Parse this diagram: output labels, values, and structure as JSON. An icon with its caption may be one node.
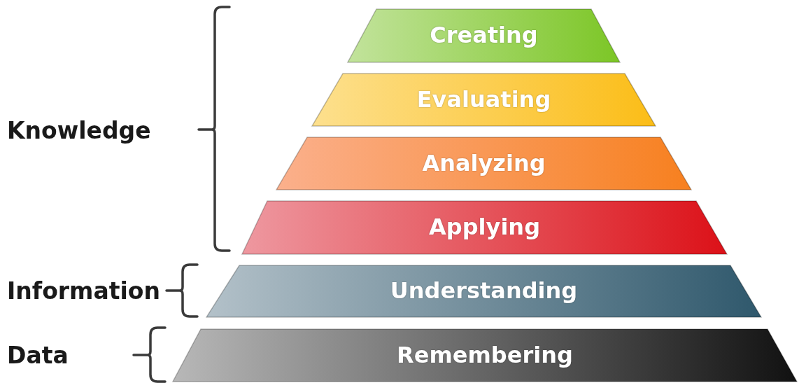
{
  "diagram": {
    "nodes": [
      {
        "text": [
          "Creating"
        ]
      },
      {
        "text": [
          "Evaluating"
        ]
      },
      {
        "text": [
          "Analyzing"
        ]
      },
      {
        "text": [
          "Applying"
        ]
      },
      {
        "text": [
          "Understanding"
        ]
      },
      {
        "text": [
          "Remembering"
        ]
      }
    ],
    "labels": [
      "Knowledge",
      "Information",
      "Data"
    ]
  }
}
